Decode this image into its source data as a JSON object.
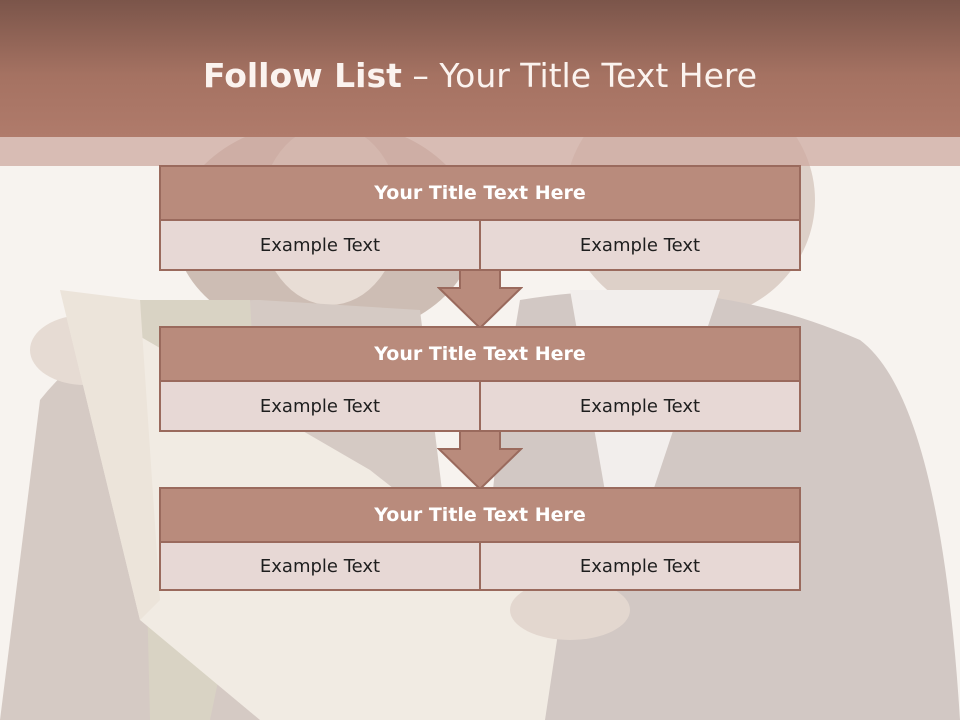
{
  "slide": {
    "title_bold": "Follow List",
    "title_rest": " – Your Title Text Here"
  },
  "blocks": [
    {
      "title": "Your Title Text Here",
      "left": "Example Text",
      "right": "Example Text"
    },
    {
      "title": "Your Title Text Here",
      "left": "Example Text",
      "right": "Example Text"
    },
    {
      "title": "Your Title Text Here",
      "left": "Example Text",
      "right": "Example Text"
    }
  ],
  "colors": {
    "header": "#a57262",
    "block_title": "#b98b7c",
    "block_cell": "#e7d8d5",
    "border": "#9a6a5d"
  }
}
